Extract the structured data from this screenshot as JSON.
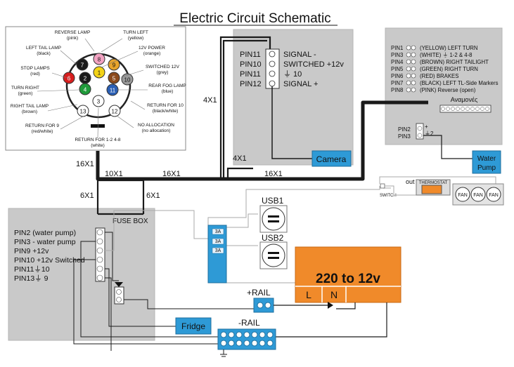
{
  "title": "Electric Circuit Schematic",
  "colors": {
    "gray_panel": "#c9c9c9",
    "blue_box": "#2e9ad6",
    "converter": "#f08a2a",
    "wire": "#1a1a1a"
  },
  "connector": {
    "pins": [
      {
        "n": "1",
        "color": "#f3d317"
      },
      {
        "n": "2",
        "color": "#1b1b1b"
      },
      {
        "n": "3",
        "color": "#ffffff"
      },
      {
        "n": "4",
        "color": "#1f9b3a"
      },
      {
        "n": "5",
        "color": "#8b4a1c"
      },
      {
        "n": "6",
        "color": "#d81e1e"
      },
      {
        "n": "7",
        "color": "#1b1b1b"
      },
      {
        "n": "8",
        "color": "#f2a2c2"
      },
      {
        "n": "9",
        "color": "#e8a42b"
      },
      {
        "n": "10",
        "color": "#9a9a9a"
      },
      {
        "n": "11",
        "color": "#2a5fb5"
      },
      {
        "n": "12",
        "color": "#ffffff"
      },
      {
        "n": "13",
        "color": "#ffffff"
      }
    ],
    "labels": {
      "reverse": [
        "REVERSE LAMP",
        "(pink)"
      ],
      "turn_left": [
        "TURN LEFT",
        "(yellow)"
      ],
      "left_tail": [
        "LEFT TAIL LAMP",
        "(black)"
      ],
      "power12": [
        "12V POWER",
        "(orange)"
      ],
      "stop": [
        "STOP LAMPS",
        "(red)"
      ],
      "switched12": [
        "SWITCHED 12V",
        "(grey)"
      ],
      "turn_right": [
        "TURN RIGHT",
        "(green)"
      ],
      "rear_fog": [
        "REAR FOG LAMP",
        "(blue)"
      ],
      "right_tail": [
        "RIGHT TAIL LAMP",
        "(brown)"
      ],
      "return10": [
        "RETURN FOR 10",
        "(black/white)"
      ],
      "return9": [
        "RETURN FOR  9",
        "(red/white)"
      ],
      "noalloc": [
        "NO ALLOCATION",
        "(no allocation)"
      ],
      "return12": [
        "RETURN FOR 1-2  4-8",
        "(white)"
      ]
    }
  },
  "signal_box": {
    "rows": [
      {
        "pin": "PIN11",
        "sig": "SIGNAL -"
      },
      {
        "pin": "PIN10",
        "sig": "SWITCHED +12v"
      },
      {
        "pin": "PIN11",
        "sig": "⏚ 10"
      },
      {
        "pin": "PIN12",
        "sig": "SIGNAL +"
      }
    ]
  },
  "pin_list": {
    "rows": [
      {
        "pin": "PIN1",
        "desc": "(YELLOW) LEFT TURN"
      },
      {
        "pin": "PIN3",
        "desc": "(WHITE) ⏚ 1-2 & 4-8"
      },
      {
        "pin": "PIN4",
        "desc": "(BROWN) RIGHT TAILIGHT"
      },
      {
        "pin": "PIN5",
        "desc": "(GREEN) RIGHT TURN"
      },
      {
        "pin": "PIN6",
        "desc": "(RED) BRAKES"
      },
      {
        "pin": "PIN7",
        "desc": "(BLACK) LEFT TL-Side Markers"
      },
      {
        "pin": "PIN8",
        "desc": "(PINK) Reverse (open)"
      }
    ],
    "lamps_label": "Αναμονές",
    "pin2": "PIN2",
    "pin3": "PIN3",
    "plus": "+",
    "plus2": "⏚2"
  },
  "wires": {
    "w4x1a": "4X1",
    "w4x1b": "4X1",
    "w16x1a": "16X1",
    "w16x1b": "16X1",
    "w16x1c": "16X1",
    "w10x1": "10X1",
    "w6x1a": "6X1",
    "w6x1b": "6X1"
  },
  "boxes": {
    "camera": "Camera",
    "water_pump": [
      "Water",
      "Pump"
    ],
    "fridge": "Fridge",
    "rail_minus": "-RAIL",
    "rail_plus": "+RAIL",
    "converter": "220 to 12v",
    "conv_L": "L",
    "conv_N": "N",
    "usb1": "USB1",
    "usb2": "USB2",
    "fuse_3a": [
      "3A",
      "3A",
      "3A"
    ],
    "switch": "SWITCH",
    "thermostat": "THERMOSTAT",
    "out": "out",
    "fans": [
      "FAN",
      "FAN",
      "FAN"
    ]
  },
  "fuse_box": {
    "title": "FUSE BOX",
    "rows": [
      "PIN2 (water pump)",
      "PIN3 - water pump",
      "PIN9 +12v",
      "PIN10 +12v Switched",
      "PIN11⏚10",
      "PIN13⏚ 9"
    ]
  }
}
